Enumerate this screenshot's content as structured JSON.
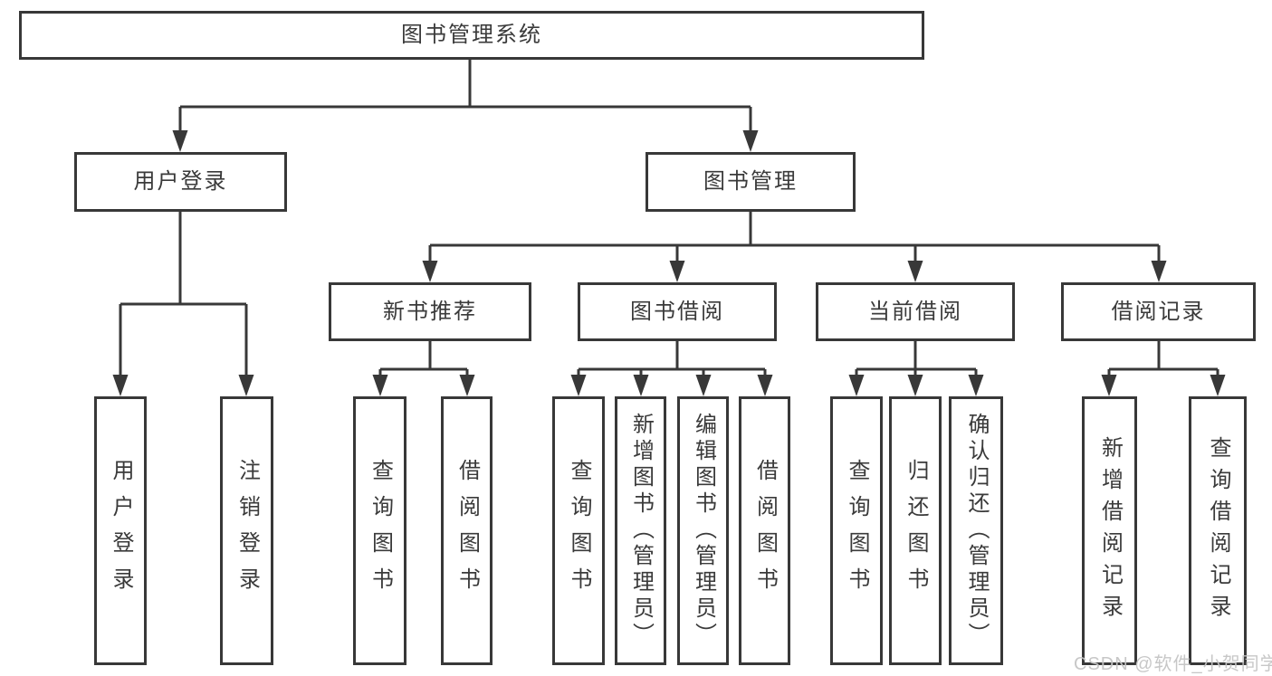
{
  "tree": {
    "root": {
      "label": "图书管理系统"
    },
    "branches": [
      {
        "label": "用户登录",
        "children": [
          {
            "label": "用户登录"
          },
          {
            "label": "注销登录"
          }
        ]
      },
      {
        "label": "图书管理",
        "children": [
          {
            "label": "新书推荐",
            "children": [
              {
                "label": "查询图书"
              },
              {
                "label": "借阅图书"
              }
            ]
          },
          {
            "label": "图书借阅",
            "children": [
              {
                "label": "查询图书"
              },
              {
                "label": "新增图书（管理员）"
              },
              {
                "label": "编辑图书（管理员）"
              },
              {
                "label": "借阅图书"
              }
            ]
          },
          {
            "label": "当前借阅",
            "children": [
              {
                "label": "查询图书"
              },
              {
                "label": "归还图书"
              },
              {
                "label": "确认归还（管理员）"
              }
            ]
          },
          {
            "label": "借阅记录",
            "children": [
              {
                "label": "新增借阅记录"
              },
              {
                "label": "查询借阅记录"
              }
            ]
          }
        ]
      }
    ]
  },
  "watermark": {
    "text": "CSDN @软件_小贺同学"
  },
  "colors": {
    "line": "#383838",
    "text": "#3a3a3a",
    "background": "#ffffff",
    "watermark": "#c5c5c5"
  }
}
